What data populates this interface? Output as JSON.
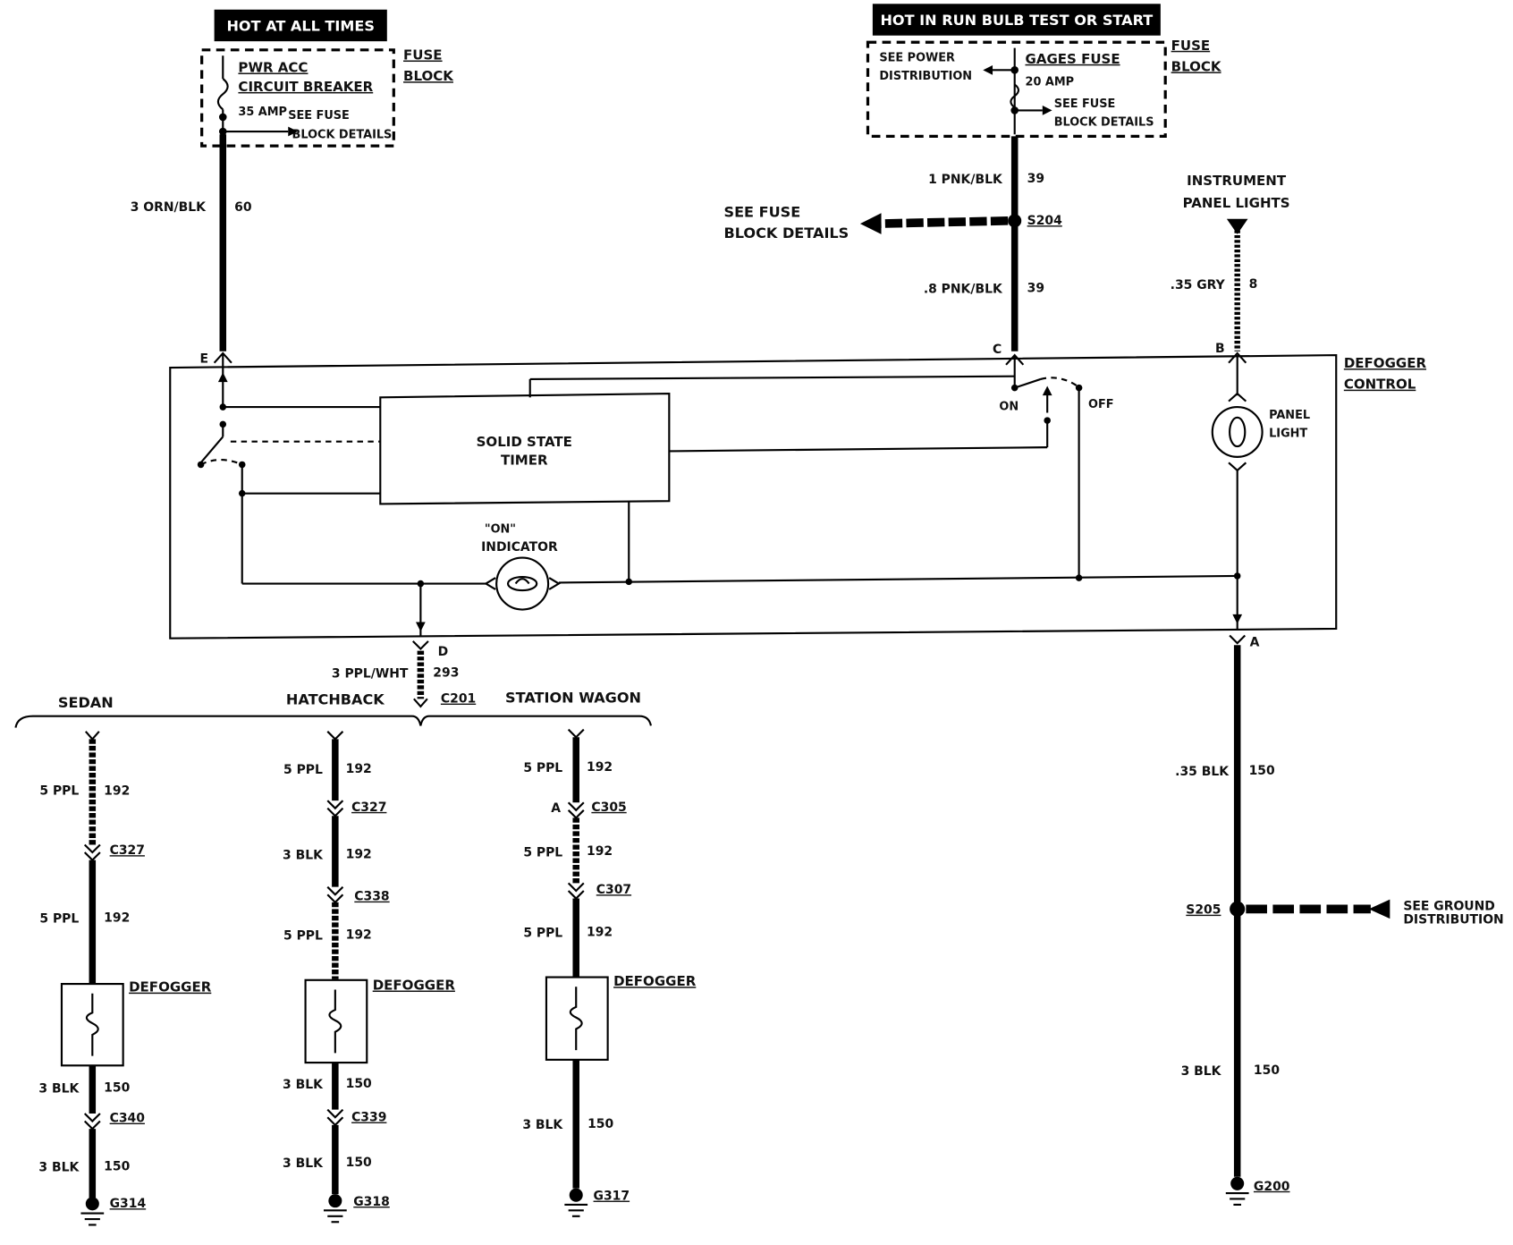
{
  "sources": {
    "hot_at_all_times": "HOT AT ALL TIMES",
    "hot_in_run": "HOT IN RUN  BULB TEST OR START"
  },
  "fuse_block_left": {
    "label1": "FUSE",
    "label2": "BLOCK",
    "breaker1": "PWR ACC",
    "breaker2": "CIRCUIT BREAKER",
    "amp": "35 AMP",
    "see1": "SEE FUSE",
    "see2": "BLOCK DETAILS"
  },
  "fuse_block_right": {
    "label1": "FUSE",
    "label2": "BLOCK",
    "power1": "SEE POWER",
    "power2": "DISTRIBUTION",
    "fuse": "GAGES FUSE",
    "amp": "20 AMP",
    "see1": "SEE FUSE",
    "see2": "BLOCK DETAILS"
  },
  "wires": {
    "w_e_color": "3 ORN/BLK",
    "w_e_circuit": "60",
    "w_c1_color": "1 PNK/BLK",
    "w_c1_circuit": "39",
    "w_c2_color": ".8 PNK/BLK",
    "w_c2_circuit": "39",
    "w_b_color": ".35 GRY",
    "w_b_circuit": "8",
    "w_d_color": "3 PPL/WHT",
    "w_d_circuit": "293",
    "w_a1_color": ".35 BLK",
    "w_a1_circuit": "150",
    "w_a2_color": "3 BLK",
    "w_a2_circuit": "150"
  },
  "splices": {
    "s204": "S204",
    "s205": "S205",
    "see_fuse1": "SEE FUSE",
    "see_fuse2": "BLOCK DETAILS",
    "see_ground1": "SEE GROUND",
    "see_ground2": "DISTRIBUTION"
  },
  "instrument": {
    "line1": "INSTRUMENT",
    "line2": "PANEL LIGHTS"
  },
  "control": {
    "name1": "DEFOGGER",
    "name2": "CONTROL",
    "timer1": "SOLID STATE",
    "timer2": "TIMER",
    "on_quoted": "\"ON\"",
    "indicator": "INDICATOR",
    "on": "ON",
    "off": "OFF",
    "panel1": "PANEL",
    "panel2": "LIGHT",
    "pin_e": "E",
    "pin_c": "C",
    "pin_b": "B",
    "pin_d": "D",
    "pin_a": "A"
  },
  "connector_c201": "C201",
  "body_styles": {
    "sedan": "SEDAN",
    "hatchback": "HATCHBACK",
    "wagon": "STATION WAGON"
  },
  "sedan": {
    "w1_color": "5 PPL",
    "w1_circuit": "192",
    "conn1": "C327",
    "w2_color": "5 PPL",
    "w2_circuit": "192",
    "defogger": "DEFOGGER",
    "w3_color": "3 BLK",
    "w3_circuit": "150",
    "conn2": "C340",
    "w4_color": "3 BLK",
    "w4_circuit": "150",
    "ground": "G314"
  },
  "hatchback": {
    "w1_color": "5 PPL",
    "w1_circuit": "192",
    "conn1": "C327",
    "w2_color": "3 BLK",
    "w2_circuit": "192",
    "conn2": "C338",
    "w3_color": "5 PPL",
    "w3_circuit": "192",
    "defogger": "DEFOGGER",
    "w4_color": "3 BLK",
    "w4_circuit": "150",
    "conn3": "C339",
    "w5_color": "3 BLK",
    "w5_circuit": "150",
    "ground": "G318"
  },
  "wagon": {
    "w1_color": "5 PPL",
    "w1_circuit": "192",
    "pin_a": "A",
    "conn1": "C305",
    "w2_color": "5 PPL",
    "w2_circuit": "192",
    "conn2": "C307",
    "w3_color": "5 PPL",
    "w3_circuit": "192",
    "defogger": "DEFOGGER",
    "w4_color": "3 BLK",
    "w4_circuit": "150",
    "ground": "G317"
  },
  "ground_main": "G200"
}
